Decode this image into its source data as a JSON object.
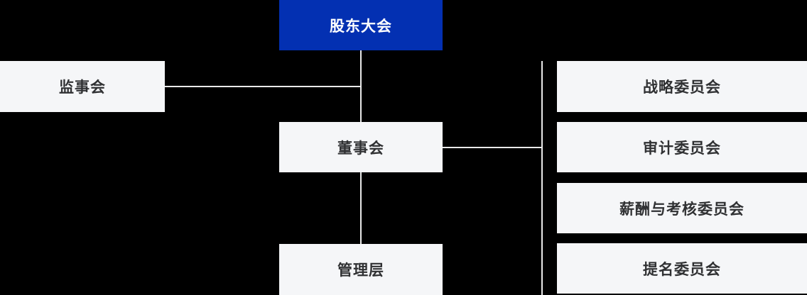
{
  "org_chart": {
    "background_color": "#000000",
    "accent_color": "#0330b2",
    "node_bg_color": "#f5f6f8",
    "node_text_color": "#303133",
    "connector_color": "#e9e9e9",
    "nodes": {
      "shareholders_meeting": {
        "label": "股东大会"
      },
      "supervisory_board": {
        "label": "监事会"
      },
      "board_of_directors": {
        "label": "董事会"
      },
      "management": {
        "label": "管理层"
      }
    },
    "committees": [
      {
        "label": "战略委员会"
      },
      {
        "label": "审计委员会"
      },
      {
        "label": "薪酬与考核委员会"
      },
      {
        "label": "提名委员会"
      }
    ]
  }
}
